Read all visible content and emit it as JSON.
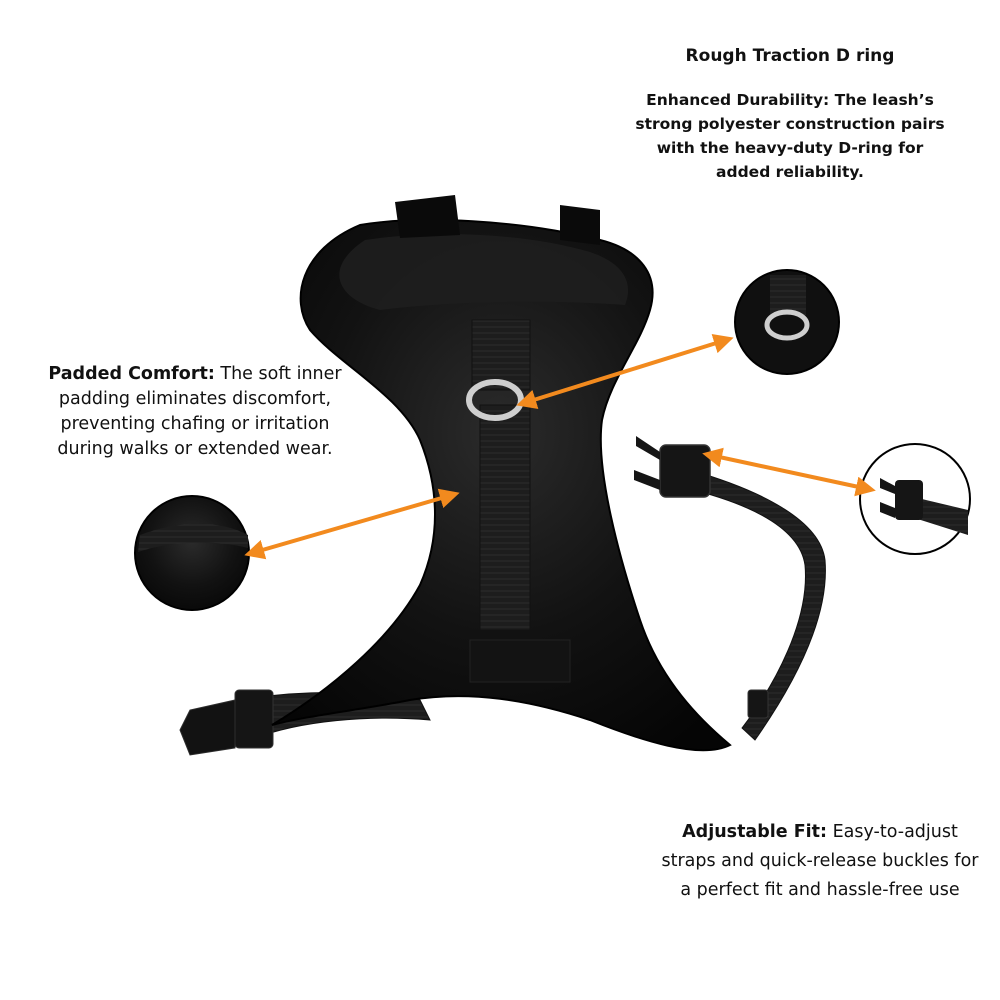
{
  "callouts": {
    "dring": {
      "title": "Rough Traction D ring",
      "body": "Enhanced Durability: The leash’s strong polyester construction pairs with the heavy-duty D-ring for added reliability."
    },
    "padded": {
      "lead": "Padded Comfort:",
      "body": " The soft inner padding eliminates discomfort, preventing chafing or irritation during walks or extended wear."
    },
    "fit": {
      "lead": "Adjustable Fit:",
      "body": " Easy-to-adjust straps and quick-release buckles for a perfect fit and hassle-free use"
    }
  },
  "colors": {
    "arrow": "#f28a1e",
    "fabric": "#0d0d0d",
    "strap": "#1c1c1c",
    "ring": "#c8c8c8"
  },
  "icons": {
    "arrow": "double-headed-arrow-icon",
    "zoom": "zoom-circle"
  }
}
